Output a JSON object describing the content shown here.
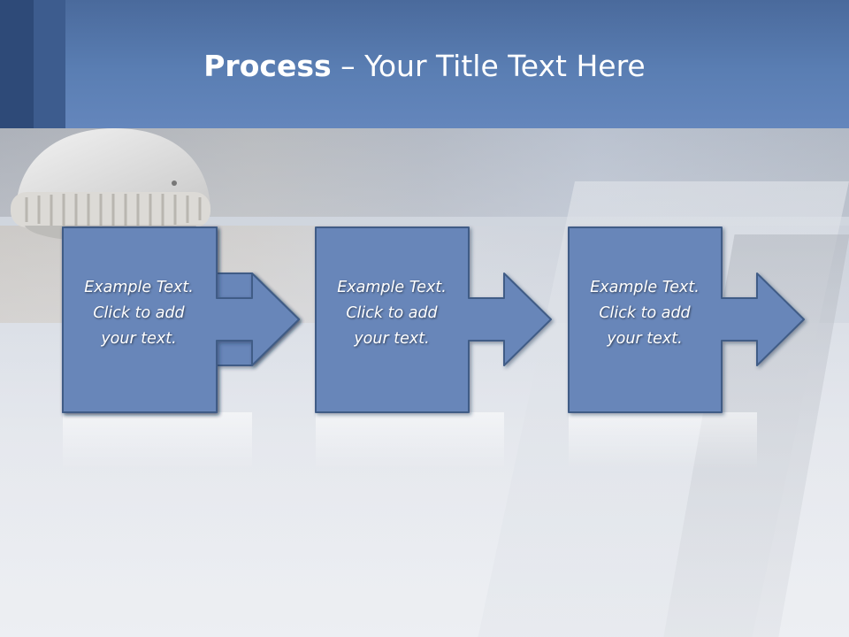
{
  "slide": {
    "title_bold": "Process",
    "title_rest": " – Your Title Text Here"
  },
  "steps": [
    {
      "line1": "Example Text.",
      "line2": "Click  to add",
      "line3": "your text."
    },
    {
      "line1": "Example Text.",
      "line2": "Click  to add",
      "line3": "your text."
    },
    {
      "line1": "Example Text.",
      "line2": "Click  to add",
      "line3": "your text."
    }
  ],
  "colors": {
    "header": "#5a7eb3",
    "header_dark_stripe": "#2e4a78",
    "box_fill": "#6886b9",
    "box_stroke": "#3f5b86",
    "text": "#ffffff"
  }
}
